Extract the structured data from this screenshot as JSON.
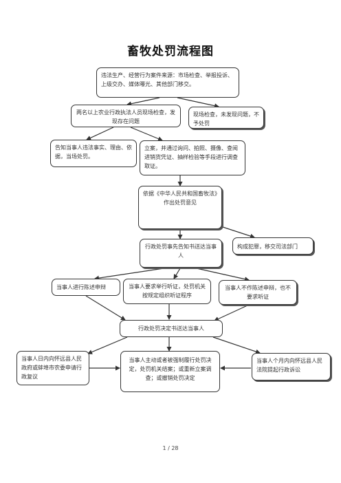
{
  "title": "畜牧处罚流程图",
  "nodes": {
    "source": "违法生产、经营行为案件来源：市场检查、举报投诉、上级交办、媒体曝光、其他部门移交。",
    "inspection": "两名以上农业行政执法人员现场检查，发现存在问题",
    "no_problem": "现场检查，未发现问题，不予处罚",
    "on_site_penalty": "告知当事人违法事实、理由、依据，当场处罚。",
    "register_case": "立案，并通过询问、拍照、摄像、查阅进销货凭证、抽样检验等手段进行调查取证。",
    "opinion": "依据《中华人民共和国畜牧法》作出处罚意见",
    "notify": "行政处罚事先告知书送达当事人",
    "transfer": "构成犯罪，移交司法部门",
    "defense": "当事人进行陈述申辩",
    "hearing": "当事人要求举行听证，处罚机关按规定组织听证程序",
    "no_defense": "当事人不作陈述申辩，也不要求听证",
    "decision": "行政处罚决定书送达当事人",
    "review": "当事人日内向怀远县人民政府或蚌埠市农委申请行政复议",
    "execute": "当事人主动或者被强制履行处罚决定，处罚机关结案；或重新立案调查；或撤销处罚决定",
    "lawsuit": "当事人个月内向怀远县人民法院提起行政诉讼"
  },
  "footer": "1  /  28"
}
